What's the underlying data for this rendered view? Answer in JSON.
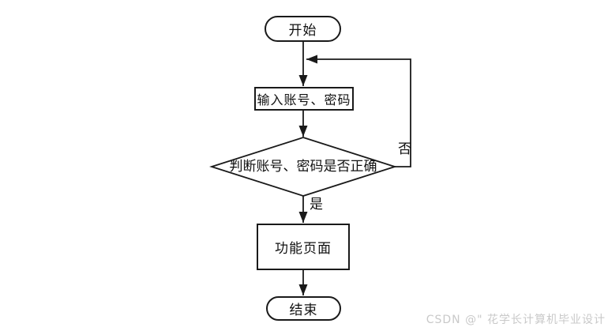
{
  "canvas": {
    "background": "#ffffff"
  },
  "flowchart": {
    "stroke_color": "#1a1a1a",
    "nodes": {
      "start": {
        "label": "开始"
      },
      "input": {
        "label": "输入账号、密码"
      },
      "decision": {
        "label": "判断账号、密码是否正确"
      },
      "function": {
        "label": "功能页面"
      },
      "end": {
        "label": "结束"
      }
    },
    "edge_labels": {
      "yes": "是",
      "no": "否"
    }
  },
  "watermark": {
    "text": "CSDN @\" 花学长计算机毕业设计",
    "color": "#c9c9c9"
  }
}
